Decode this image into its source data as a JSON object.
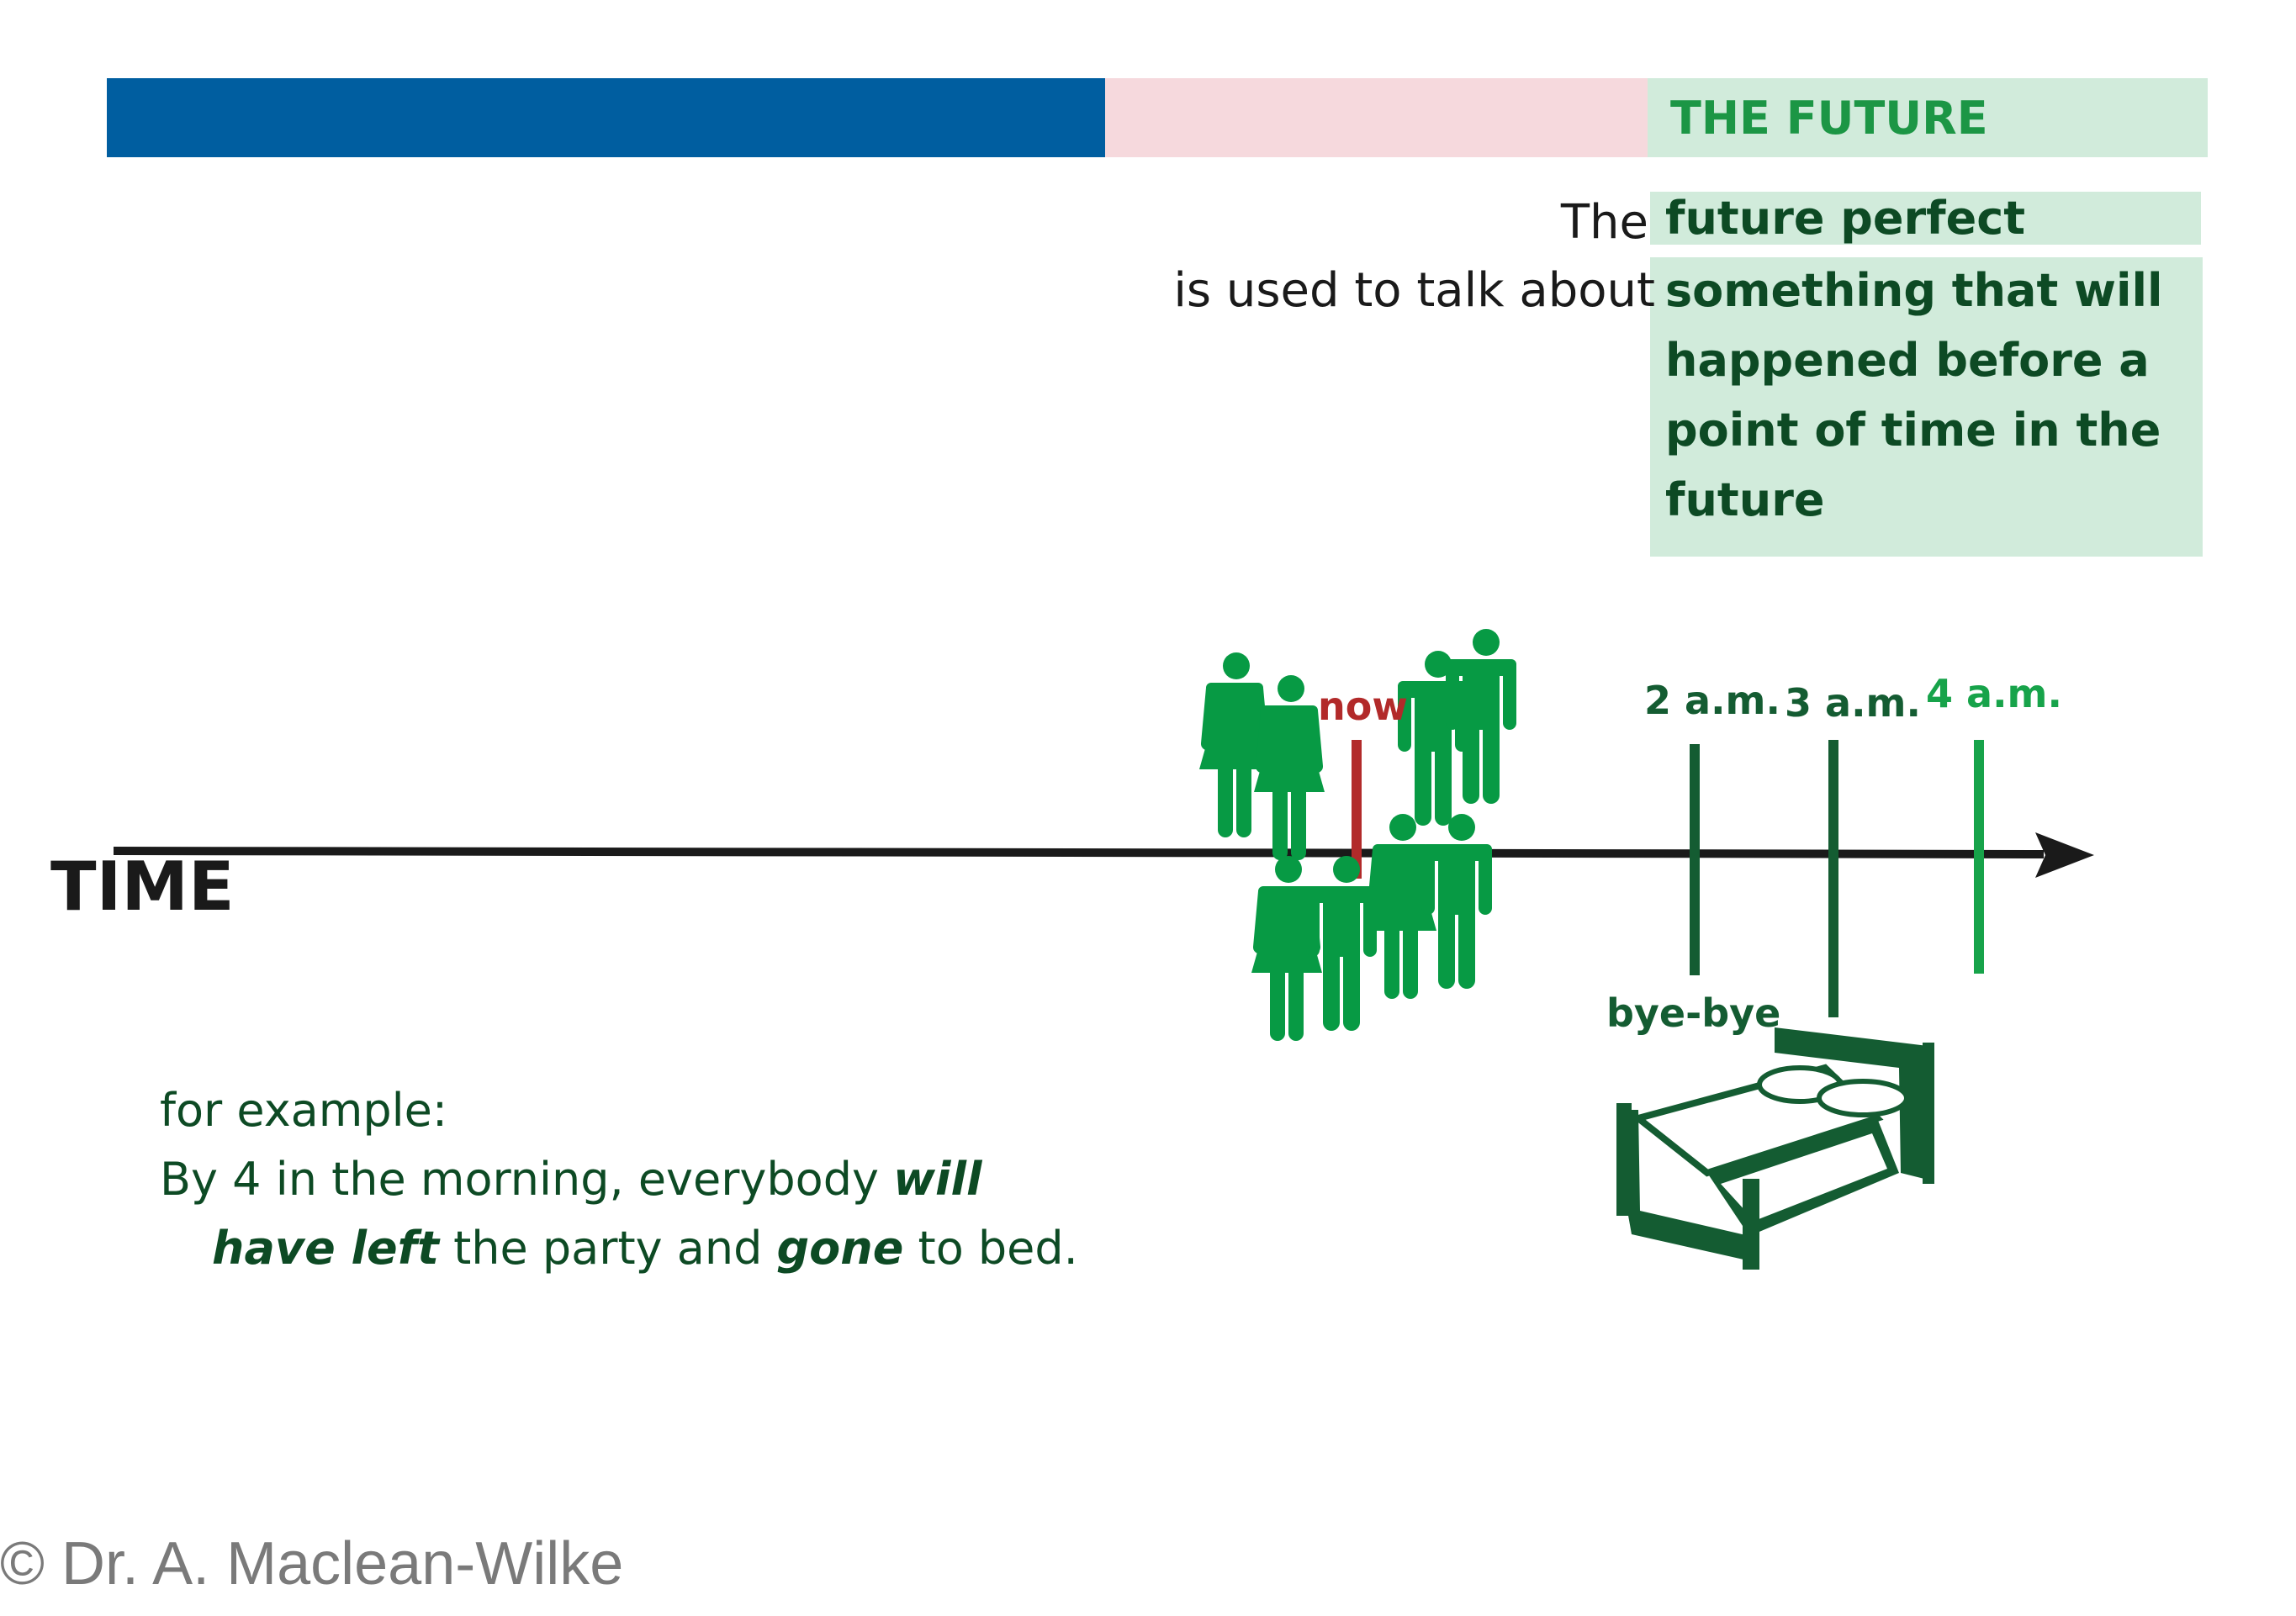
{
  "header": {
    "section_title": "THE FUTURE",
    "colors": {
      "past": "#005ea0",
      "present": "#f6d9dd",
      "future": "#d1ebdb"
    }
  },
  "definition": {
    "prefix_the": "The",
    "prefix_used": "is used to talk about",
    "term": "future perfect",
    "lines": [
      "something that will",
      "happened before a",
      "point of time in the",
      "future"
    ]
  },
  "timeline": {
    "axis_label": "TIME",
    "now_label": "now",
    "markers": [
      {
        "label": "2 a.m.",
        "color": "#145c32"
      },
      {
        "label": "3 a.m.",
        "color": "#145c32"
      },
      {
        "label": "4 a.m.",
        "color": "#17a34a"
      }
    ],
    "bye_label": "bye-bye",
    "icons": [
      "people-icon",
      "bed-icon"
    ]
  },
  "example": {
    "intro": "for example:",
    "line1_plain": "By 4 in the morning, everybody ",
    "line1_em": "will",
    "line2_em1": "have left",
    "line2_plain1": " the party and ",
    "line2_em2": "gone",
    "line2_plain2": " to bed."
  },
  "credit": "© Dr. A. Maclean-Wilke"
}
